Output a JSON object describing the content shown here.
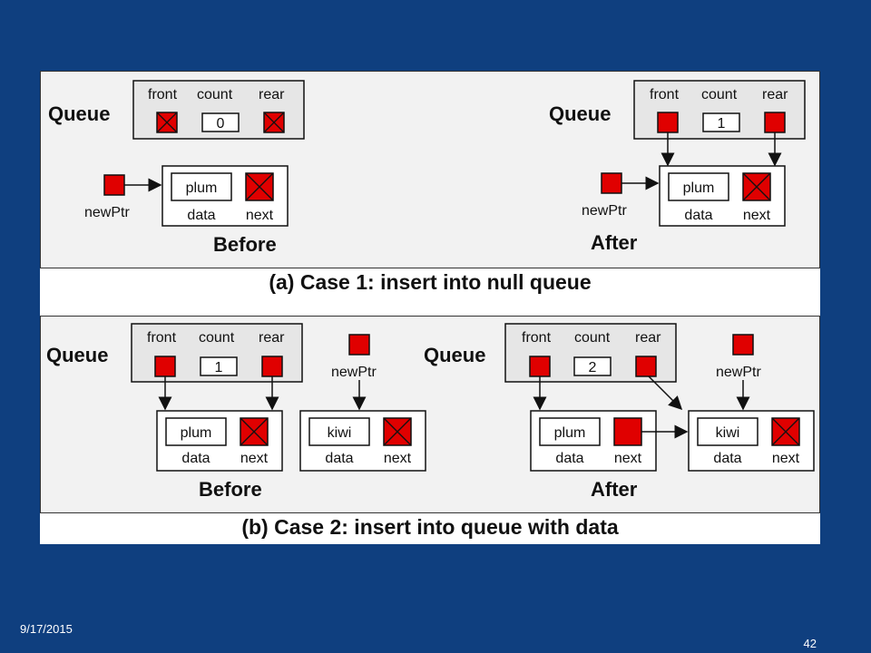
{
  "labels": {
    "queue": "Queue",
    "front": "front",
    "count": "count",
    "rear": "rear",
    "newPtr": "newPtr",
    "data": "data",
    "next": "next",
    "before": "Before",
    "after": "After"
  },
  "caseA": {
    "before_count": "0",
    "after_count": "1",
    "item": "plum",
    "caption": "(a) Case 1: insert into null queue"
  },
  "caseB": {
    "before_count": "1",
    "after_count": "2",
    "item1": "plum",
    "item2": "kiwi",
    "caption": "(b) Case 2: insert into queue with data"
  },
  "footer": {
    "date": "9/17/2015",
    "page": "42"
  },
  "colors": {
    "background": "#0f3f7f",
    "pointer": "#e00000",
    "panel": "#f2f2f2"
  }
}
